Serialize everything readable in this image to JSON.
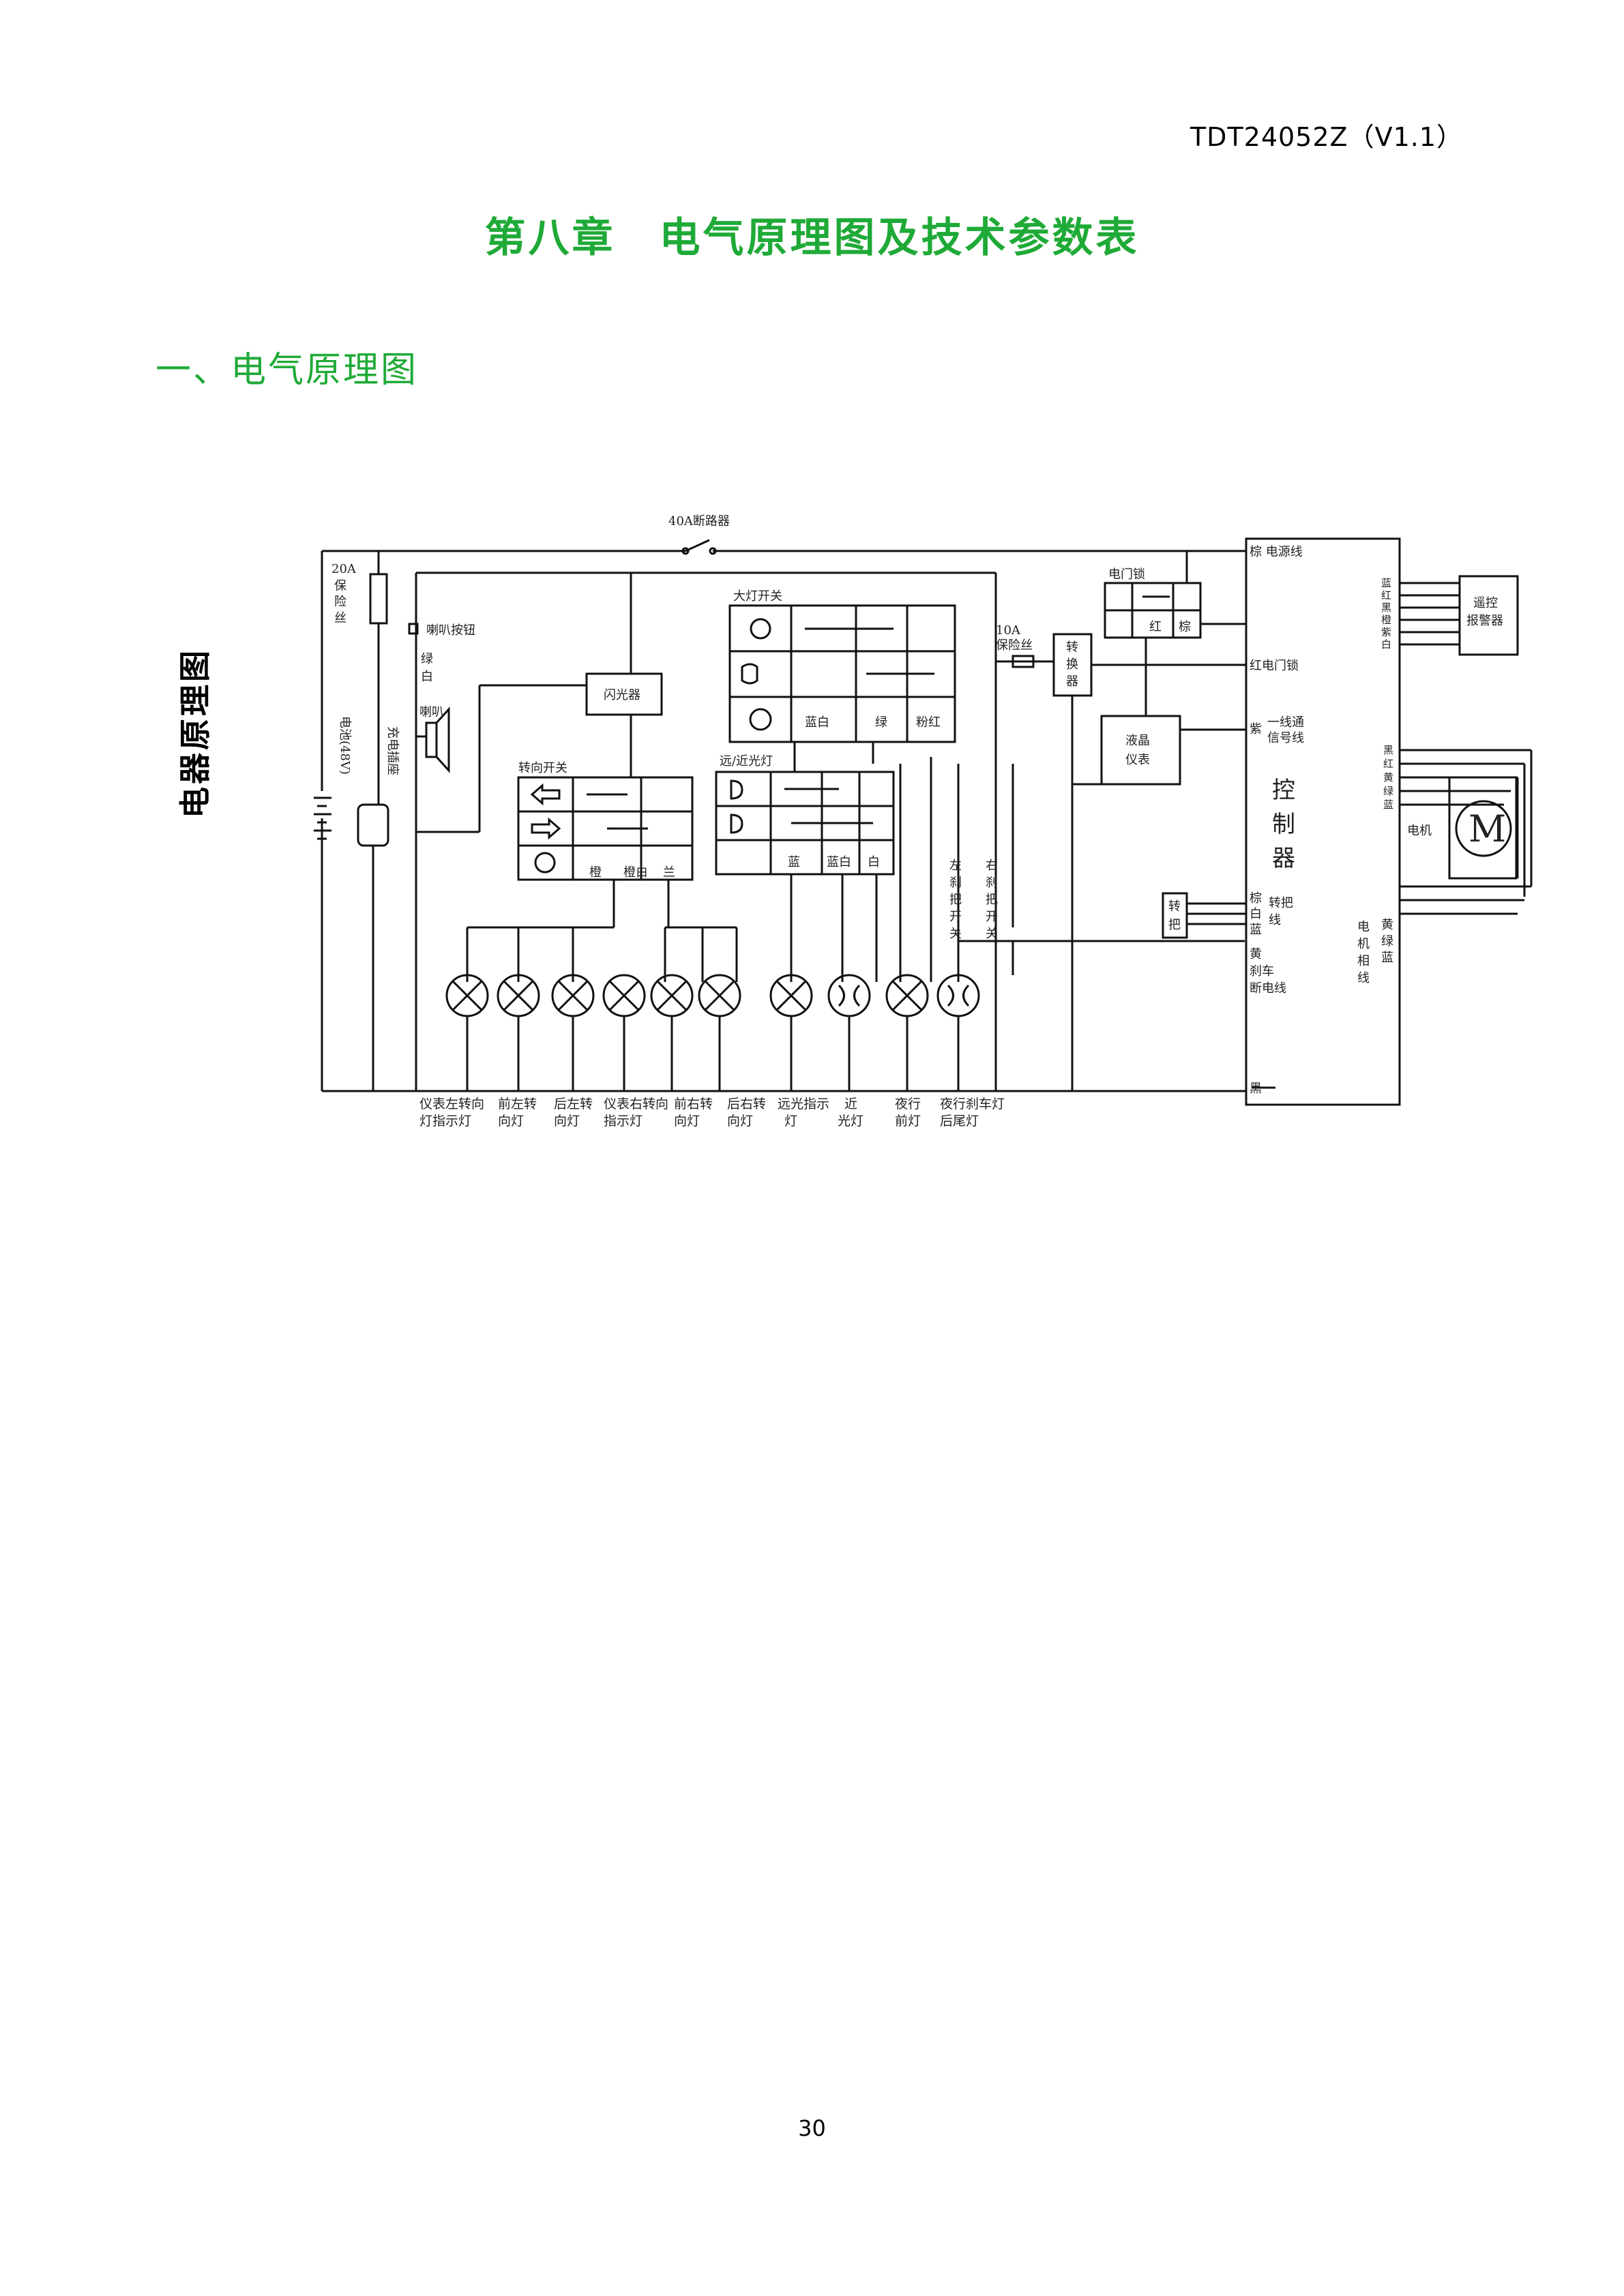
{
  "header": {
    "doc_code": "TDT24052Z（V1.1）"
  },
  "chapter_title": "第八章　电气原理图及技术参数表",
  "section_title": "一、电气原理图",
  "side_title": "电器原理图",
  "page_number": "30",
  "diagram": {
    "breaker": "40A断路器",
    "fuse20": [
      "20A",
      "保",
      "险",
      "丝"
    ],
    "horn_button": "喇叭按钮",
    "horn_wire": [
      "绿",
      "白"
    ],
    "horn": "喇叭",
    "battery": "电池(48V)",
    "charge_port": "充电插座",
    "flasher": "闪光器",
    "turn_switch": "转向开关",
    "turn_colors": [
      "橙",
      "橙白",
      "兰"
    ],
    "headlight_switch": "大灯开关",
    "headlight_colors": [
      "蓝白",
      "绿",
      "粉红"
    ],
    "beam_switch": "远/近光灯",
    "beam_colors": [
      "蓝",
      "蓝白",
      "白"
    ],
    "fuse10": [
      "10A",
      "保险丝"
    ],
    "converter": [
      "转",
      "换",
      "器"
    ],
    "lock": "电门锁",
    "lock_colors": [
      "红",
      "棕"
    ],
    "lcd": [
      "液晶",
      "仪表"
    ],
    "left_brake": [
      "左",
      "刹",
      "把",
      "开",
      "关"
    ],
    "right_brake": [
      "右",
      "刹",
      "把",
      "开",
      "关"
    ],
    "controller": [
      "控",
      "制",
      "器"
    ],
    "ctrl_power": "棕 电源线",
    "ctrl_lock": "红电门锁",
    "ctrl_signal": [
      "紫",
      "一线通",
      "信号线"
    ],
    "ctrl_handle_colors": [
      "棕",
      "白",
      "蓝"
    ],
    "ctrl_handle": [
      "转把",
      "线"
    ],
    "ctrl_brake": [
      "黄",
      "刹车",
      "断电线"
    ],
    "handle_box": [
      "转",
      "把"
    ],
    "remote": [
      "遥控",
      "报警器"
    ],
    "remote_colors": [
      "蓝",
      "红",
      "黑",
      "橙",
      "紫",
      "白"
    ],
    "hall_colors": [
      "黑",
      "红",
      "黄",
      "绿",
      "蓝"
    ],
    "phase_label": [
      "电",
      "机",
      "相",
      "线"
    ],
    "phase_colors": [
      "黄",
      "绿",
      "蓝"
    ],
    "motor": "M",
    "motor_label": "电机",
    "ground": "黑",
    "lamp_labels": [
      [
        "仪表左转向",
        "灯指示灯"
      ],
      [
        "前左转",
        "向灯"
      ],
      [
        "后左转",
        "向灯"
      ],
      [
        "仪表右转向",
        "指示灯"
      ],
      [
        "前右转",
        "向灯"
      ],
      [
        "后右转",
        "向灯"
      ],
      [
        "远光指示",
        "灯"
      ],
      [
        "近",
        "光灯"
      ],
      [
        "夜行",
        "前灯"
      ],
      [
        "夜行刹车灯",
        "后尾灯"
      ]
    ]
  }
}
